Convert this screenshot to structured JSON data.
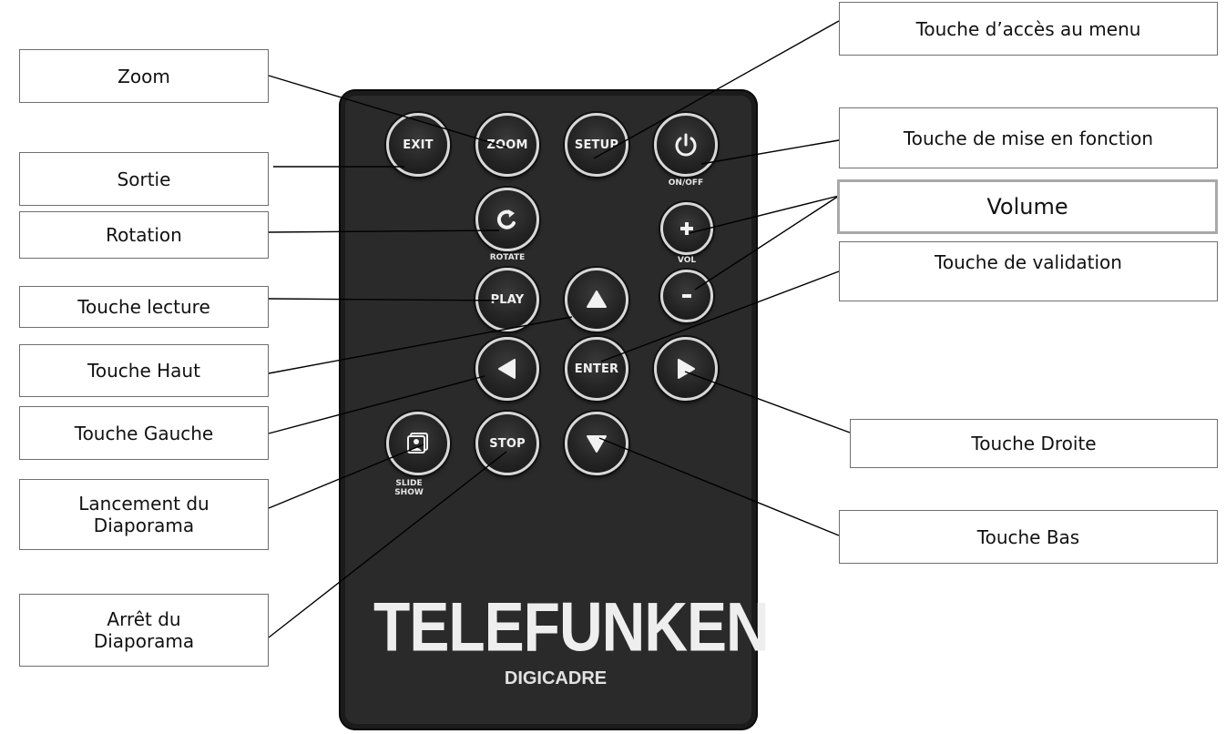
{
  "remote": {
    "brand": "TELEFUNKEN",
    "model": "DIGICADRE",
    "buttons": {
      "exit": "EXIT",
      "zoom": "ZOOM",
      "setup": "SETUP",
      "play": "PLAY",
      "enter": "ENTER",
      "stop": "STOP"
    },
    "captions": {
      "onoff": "ON/OFF",
      "rotate": "ROTATE",
      "vol": "VOL",
      "slideshow": "SLIDE\nSHOW"
    },
    "icons": {
      "power": "power-icon",
      "rotate": "rotate-icon",
      "plus": "plus-icon",
      "minus": "minus-icon",
      "up": "triangle-up-icon",
      "down": "triangle-down-icon",
      "left": "triangle-left-icon",
      "right": "triangle-right-icon",
      "slideshow": "slideshow-icon"
    }
  },
  "labels": {
    "zoom": "Zoom",
    "sortie": "Sortie",
    "rotation": "Rotation",
    "lecture": "Touche lecture",
    "haut": "Touche Haut",
    "gauche": "Touche Gauche",
    "lancement": "Lancement du\nDiaporama",
    "arret": "Arrêt du\nDiaporama",
    "menu": "Touche d’accès au menu",
    "miseEnFonction": "Touche de mise en fonction",
    "volume": "Volume",
    "validation": "Touche de validation",
    "droite": "Touche Droite",
    "bas": "Touche Bas"
  },
  "colors": {
    "remote_body": "#1b1b1b",
    "remote_face": "#2a2a2a",
    "button_ring": "#d8d8d8",
    "label_border": "#6f6f6f",
    "volume_border": "#a9a9a9",
    "leader_line": "#000000"
  }
}
